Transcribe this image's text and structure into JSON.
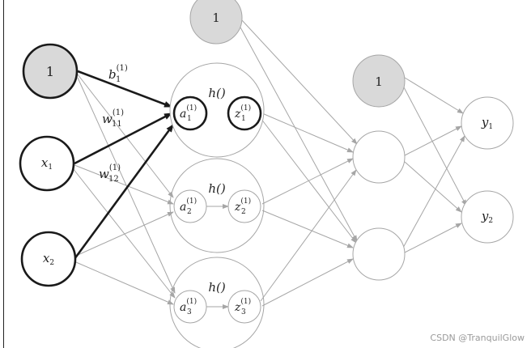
{
  "colors": {
    "bias_fill": "#d9d9d9",
    "dark_stroke": "#1a1a1a",
    "light_stroke": "#a6a6a6",
    "watermark": "#9a9a9a"
  },
  "input_layer": {
    "bias_label": "1",
    "x1": {
      "base": "x",
      "sub": "1"
    },
    "x2": {
      "base": "x",
      "sub": "2"
    }
  },
  "hidden_layer": {
    "bias_label": "1",
    "activation_label": "h()",
    "neurons": [
      {
        "a_base": "a",
        "a_sub": "1",
        "a_sup": "(1)",
        "z_base": "z",
        "z_sub": "1",
        "z_sup": "(1)"
      },
      {
        "a_base": "a",
        "a_sub": "2",
        "a_sup": "(1)",
        "z_base": "z",
        "z_sub": "2",
        "z_sup": "(1)"
      },
      {
        "a_base": "a",
        "a_sub": "3",
        "a_sup": "(1)",
        "z_base": "z",
        "z_sub": "3",
        "z_sup": "(1)"
      }
    ]
  },
  "second_layer": {
    "bias_label": "1"
  },
  "output_layer": {
    "y1": {
      "base": "y",
      "sub": "1"
    },
    "y2": {
      "base": "y",
      "sub": "2"
    }
  },
  "weight_labels": {
    "b": {
      "base": "b",
      "sub": "1",
      "sup": "(1)"
    },
    "w11": {
      "base": "w",
      "sub": "11",
      "sup": "(1)"
    },
    "w12": {
      "base": "w",
      "sub": "12",
      "sup": "(1)"
    }
  },
  "watermark": "CSDN @TranquilGlow"
}
